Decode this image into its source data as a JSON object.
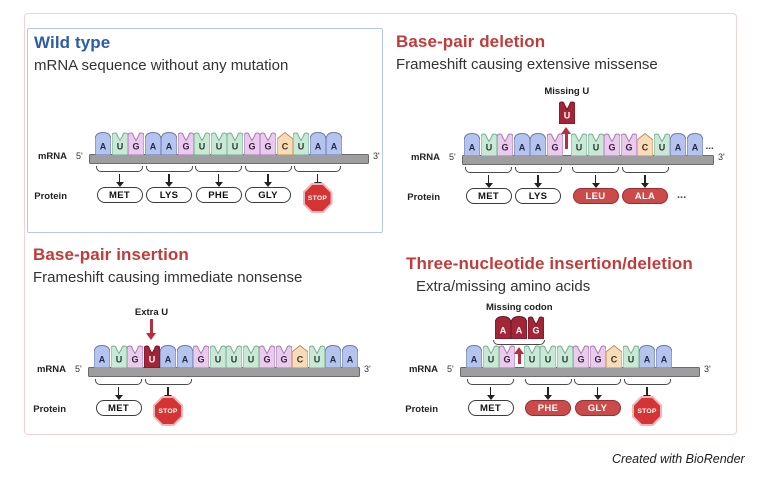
{
  "watermark": "Created with BioRender",
  "labels": {
    "mrna": "mRNA",
    "protein": "Protein",
    "five_prime": "5'",
    "three_prime": "3'",
    "ellipsis": "..."
  },
  "colors": {
    "blue_title": "#2d5da9",
    "red_title": "#c23b3b",
    "subtitle": "#333333",
    "black_arrow": "#222222",
    "red_arrow": "#b5303f",
    "backbone": "#9e9ea0",
    "stop_fill": "#d53434",
    "stop_halo": "#efb6ba",
    "mutant_pill": "#cb4a4a"
  },
  "base_colors": {
    "A": {
      "fill": "#b5c3ef",
      "stroke": "#6b79ab",
      "text": "#252c49"
    },
    "U": {
      "fill": "#c9e9d6",
      "stroke": "#74ad90",
      "text": "#253c30"
    },
    "G": {
      "fill": "#eacaed",
      "stroke": "#a877b1",
      "text": "#3a2442"
    },
    "C": {
      "fill": "#f7dcba",
      "stroke": "#bf8d57",
      "text": "#4a3015"
    },
    "mut": {
      "fill": "#a32638",
      "stroke": "#6e1422",
      "text": "#ffffff"
    }
  },
  "panels": [
    {
      "key": "wild-type",
      "title": "Wild type",
      "title_color": "#2d5da9",
      "subtitle": "mRNA sequence without any mutation",
      "sequence": [
        "A",
        "U",
        "G",
        "A",
        "A",
        "G",
        "U",
        "U",
        "U",
        "G",
        "G",
        "C",
        "U",
        "A",
        "A"
      ],
      "gap_after": null,
      "seq_ellipsis": false,
      "codons": [
        {
          "start": 0,
          "end": 2,
          "product": "MET",
          "type": "normal"
        },
        {
          "start": 3,
          "end": 5,
          "product": "LYS",
          "type": "normal"
        },
        {
          "start": 6,
          "end": 8,
          "product": "PHE",
          "type": "normal"
        },
        {
          "start": 9,
          "end": 11,
          "product": "GLY",
          "type": "normal"
        },
        {
          "start": 12,
          "end": 14,
          "product": "STOP",
          "type": "stop"
        }
      ],
      "protein_ellipsis": false,
      "annotation": null
    },
    {
      "key": "base-pair-deletion",
      "title": "Base-pair deletion",
      "title_color": "#c23b3b",
      "subtitle": "Frameshift causing extensive missense",
      "sequence": [
        "A",
        "U",
        "G",
        "A",
        "A",
        "G",
        "U",
        "U",
        "G",
        "G",
        "C",
        "U",
        "A",
        "A"
      ],
      "gap_after": 5,
      "seq_ellipsis": true,
      "codons": [
        {
          "start": 0,
          "end": 2,
          "product": "MET",
          "type": "normal"
        },
        {
          "start": 3,
          "end": 5,
          "product": "LYS",
          "type": "normal"
        },
        {
          "start": 6,
          "end": 8,
          "product": "LEU",
          "type": "mutant"
        },
        {
          "start": 9,
          "end": 11,
          "product": "ALA",
          "type": "mutant"
        }
      ],
      "protein_ellipsis": true,
      "annotation": {
        "kind": "missing",
        "label": "Missing U",
        "bases": [
          "U"
        ],
        "bracket": false
      }
    },
    {
      "key": "base-pair-insertion",
      "title": "Base-pair insertion",
      "title_color": "#c23b3b",
      "subtitle": "Frameshift causing immediate nonsense",
      "sequence": [
        "A",
        "U",
        "G",
        "U*",
        "A",
        "A",
        "G",
        "U",
        "U",
        "U",
        "G",
        "G",
        "C",
        "U",
        "A",
        "A"
      ],
      "gap_after": null,
      "seq_ellipsis": false,
      "codons": [
        {
          "start": 0,
          "end": 2,
          "product": "MET",
          "type": "normal"
        },
        {
          "start": 3,
          "end": 5,
          "product": "STOP",
          "type": "stop"
        }
      ],
      "protein_ellipsis": false,
      "annotation": {
        "kind": "inline",
        "label": "Extra U",
        "target_index": 3
      }
    },
    {
      "key": "three-nucleotide-insertion-deletion",
      "title": "Three-nucleotide insertion/deletion",
      "title_color": "#c23b3b",
      "subtitle": "Extra/missing amino acids",
      "sequence": [
        "A",
        "U",
        "G",
        "U",
        "U",
        "U",
        "G",
        "G",
        "C",
        "U",
        "A",
        "A"
      ],
      "gap_after": 2,
      "seq_ellipsis": false,
      "codons": [
        {
          "start": 0,
          "end": 2,
          "product": "MET",
          "type": "normal"
        },
        {
          "start": 3,
          "end": 5,
          "product": "PHE",
          "type": "mutant"
        },
        {
          "start": 6,
          "end": 8,
          "product": "GLY",
          "type": "mutant"
        },
        {
          "start": 9,
          "end": 11,
          "product": "STOP",
          "type": "stop"
        }
      ],
      "protein_ellipsis": false,
      "annotation": {
        "kind": "missing",
        "label": "Missing codon",
        "bases": [
          "A",
          "A",
          "G"
        ],
        "bracket": true
      }
    }
  ]
}
